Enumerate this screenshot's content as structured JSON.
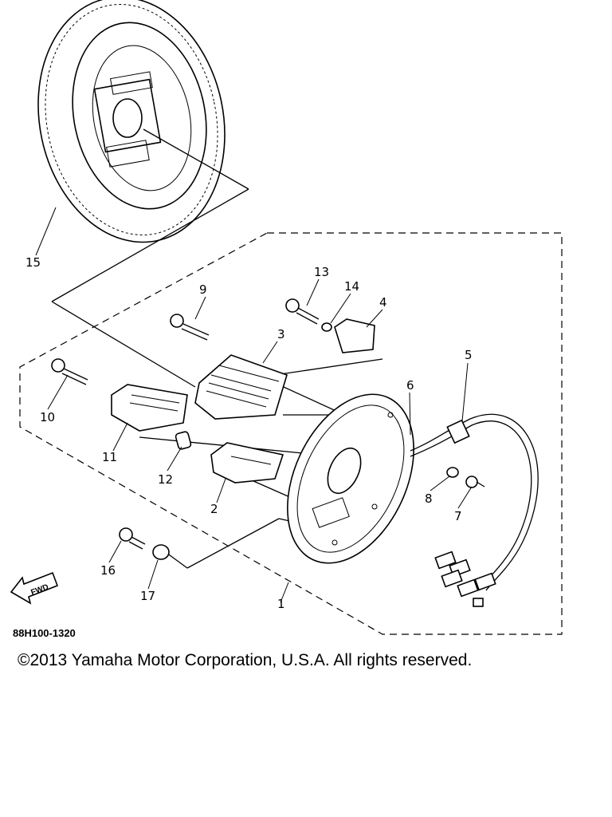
{
  "diagram": {
    "callouts": [
      "1",
      "2",
      "3",
      "4",
      "5",
      "6",
      "7",
      "8",
      "9",
      "10",
      "11",
      "12",
      "13",
      "14",
      "15",
      "16",
      "17"
    ],
    "drawing_code": "88H100-1320",
    "fwd_label": "FWD"
  },
  "footer": {
    "copyright": "©2013 Yamaha Motor Corporation, U.S.A. All rights reserved."
  }
}
